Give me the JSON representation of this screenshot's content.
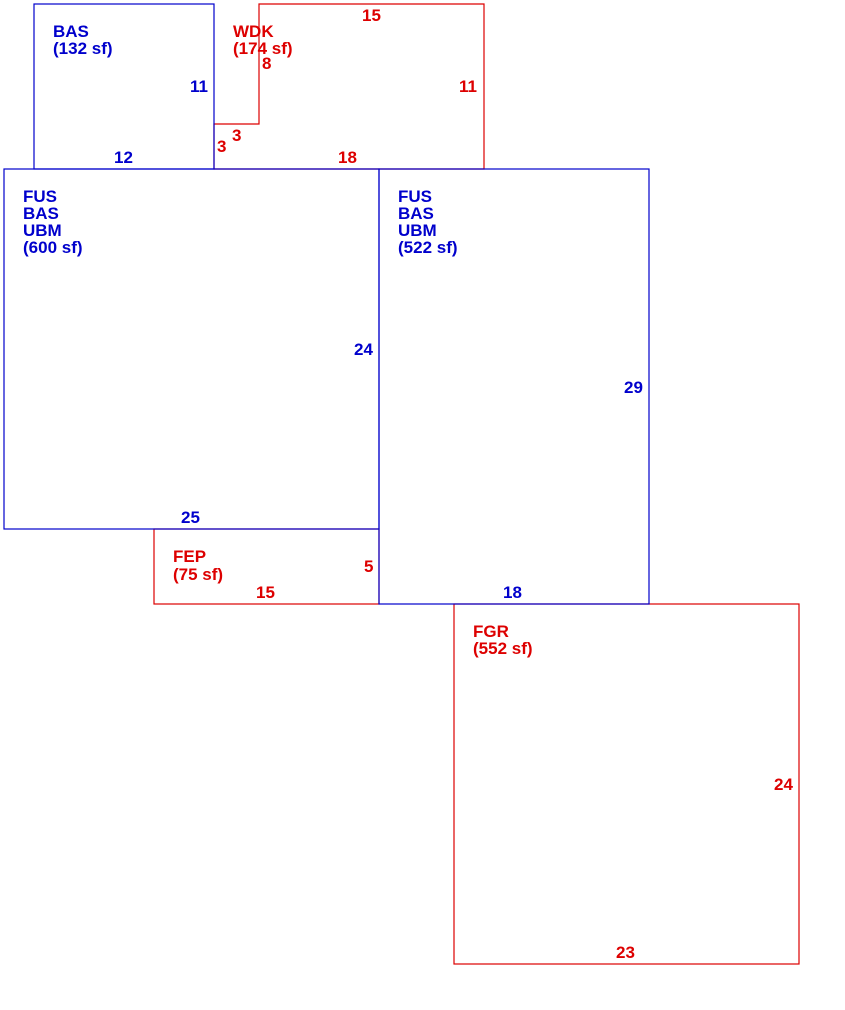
{
  "colors": {
    "living_area": "#0000cc",
    "other_area": "#dd0000",
    "background": "#ffffff"
  },
  "areas": {
    "bas_small": {
      "lines": [
        "BAS",
        "(132 sf)"
      ],
      "dimensions": {
        "right": "11",
        "bottom": "12"
      }
    },
    "wdk": {
      "lines": [
        "WDK",
        "(174 sf)"
      ],
      "dimensions": {
        "top": "15",
        "notch_vertical": "8",
        "right": "11",
        "notch_horizontal": "3",
        "notch_left": "3",
        "bottom": "18"
      }
    },
    "fus_left": {
      "lines": [
        "FUS",
        "BAS",
        "UBM",
        "(600 sf)"
      ],
      "dimensions": {
        "right": "24",
        "bottom": "25"
      }
    },
    "fus_right": {
      "lines": [
        "FUS",
        "BAS",
        "UBM",
        "(522 sf)"
      ],
      "dimensions": {
        "right": "29",
        "bottom": "18"
      }
    },
    "fep": {
      "lines": [
        "FEP",
        "(75 sf)"
      ],
      "dimensions": {
        "right": "5",
        "bottom": "15"
      }
    },
    "fgr": {
      "lines": [
        "FGR",
        "(552 sf)"
      ],
      "dimensions": {
        "right": "24",
        "bottom": "23"
      }
    }
  }
}
